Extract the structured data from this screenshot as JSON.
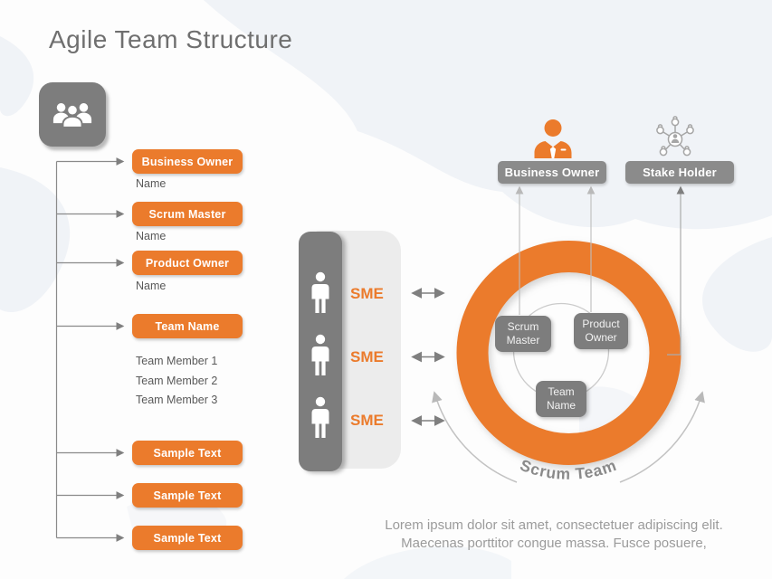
{
  "slide": {
    "title": "Agile Team Structure"
  },
  "org_list": {
    "items": [
      {
        "label": "Business Owner",
        "sub": "Name"
      },
      {
        "label": "Scrum Master",
        "sub": "Name"
      },
      {
        "label": "Product Owner",
        "sub": "Name"
      },
      {
        "label": "Team Name"
      },
      {
        "label": "Sample Text"
      },
      {
        "label": "Sample Text"
      },
      {
        "label": "Sample Text"
      }
    ],
    "team_members": [
      "Team Member 1",
      "Team Member 2",
      "Team Member 3"
    ]
  },
  "sme_panel": {
    "labels": [
      "SME",
      "SME",
      "SME"
    ]
  },
  "scrum_circle": {
    "caption": "Scrum Team",
    "roles": [
      "Scrum Master",
      "Product Owner",
      "Team Name"
    ]
  },
  "external": {
    "business_owner": "Business Owner",
    "stake_holder": "Stake Holder"
  },
  "footer": {
    "line1": "Lorem ipsum dolor sit amet, consectetuer adipiscing elit.",
    "line2": "Maecenas porttitor congue massa. Fusce posuere,"
  },
  "icons": {
    "header": "team-group-icon",
    "sme_rows": "person-icon",
    "business_owner": "businessman-icon",
    "stake_holder": "network-icon"
  },
  "colors": {
    "orange": "#EB7B2C",
    "gray_button": "#8B8B8B",
    "gray_dark": "#7D7D7D",
    "text_gray": "#595959",
    "title_gray": "#6F6F6F",
    "muted_gray": "#9B9B9B",
    "line_gray": "#8A8A8A",
    "light_line": "#BDBDBD",
    "panel_light": "#ECECEC",
    "map_tint": "#E9EDF4"
  }
}
